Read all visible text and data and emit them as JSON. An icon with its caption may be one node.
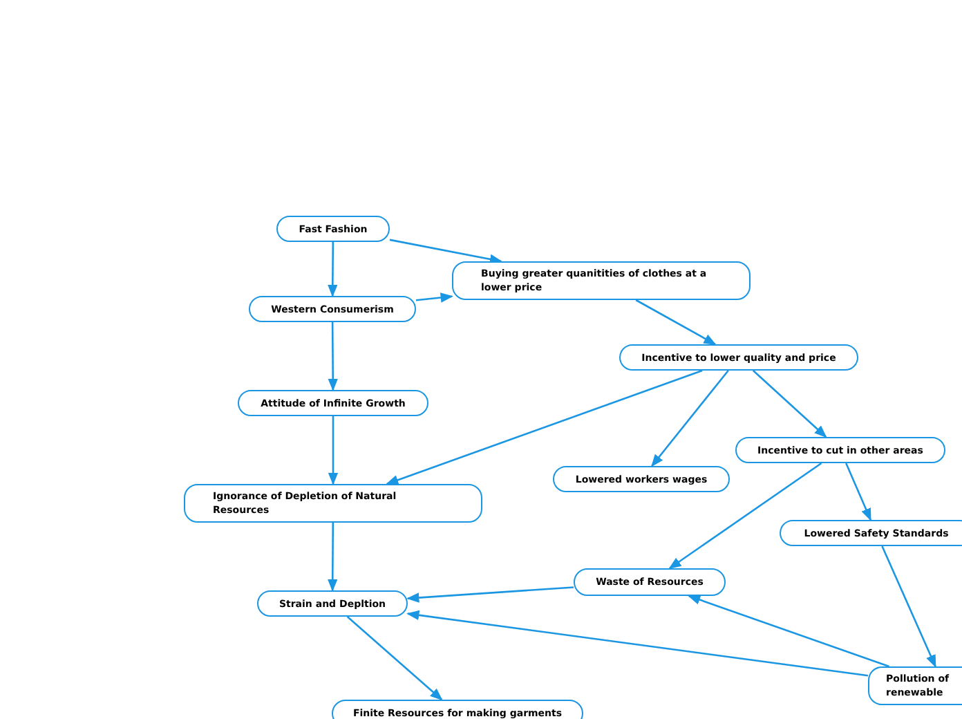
{
  "diagram": {
    "nodes": [
      {
        "text": [
          "Fast Fashion"
        ]
      },
      {
        "text": [
          "Buying greater quanitities of clothes at a lower price"
        ]
      },
      {
        "text": [
          "Western Consumerism"
        ]
      },
      {
        "text": [
          "Incentive to lower quality and price"
        ]
      },
      {
        "text": [
          "Attitude of Infinite Growth"
        ]
      },
      {
        "text": [
          "Incentive to cut in other areas"
        ]
      },
      {
        "text": [
          "Lowered workers wages"
        ]
      },
      {
        "text": [
          "Ignorance of Depletion of Natural Resources"
        ]
      },
      {
        "text": [
          "Lowered Safety Standards"
        ]
      },
      {
        "text": [
          "Waste of Resources"
        ]
      },
      {
        "text": [
          "Strain and Depltion"
        ]
      },
      {
        "text": [
          "Pollution of renewable"
        ]
      },
      {
        "text": [
          "Finite Resources for making garments"
        ]
      }
    ],
    "edges": [
      {
        "from": 0,
        "to": 2,
        "arrow": "to"
      },
      {
        "from": 0,
        "to": 1,
        "arrow": "to"
      },
      {
        "from": 2,
        "to": 1,
        "arrow": "to"
      },
      {
        "from": 1,
        "to": 3,
        "arrow": "to"
      },
      {
        "from": 2,
        "to": 4,
        "arrow": "to"
      },
      {
        "from": 4,
        "to": 7,
        "arrow": "to"
      },
      {
        "from": 3,
        "to": 7,
        "arrow": "to"
      },
      {
        "from": 3,
        "to": 6,
        "arrow": "to"
      },
      {
        "from": 3,
        "to": 5,
        "arrow": "to"
      },
      {
        "from": 5,
        "to": 9,
        "arrow": "to"
      },
      {
        "from": 5,
        "to": 8,
        "arrow": "to"
      },
      {
        "from": 8,
        "to": 11,
        "arrow": "to"
      },
      {
        "from": 7,
        "to": 10,
        "arrow": "to"
      },
      {
        "from": 9,
        "to": 10,
        "arrow": "to"
      },
      {
        "from": 11,
        "to": 10,
        "arrow": "to"
      },
      {
        "from": 11,
        "to": 9,
        "arrow": "to"
      },
      {
        "from": 10,
        "to": 12,
        "arrow": "to"
      }
    ]
  }
}
